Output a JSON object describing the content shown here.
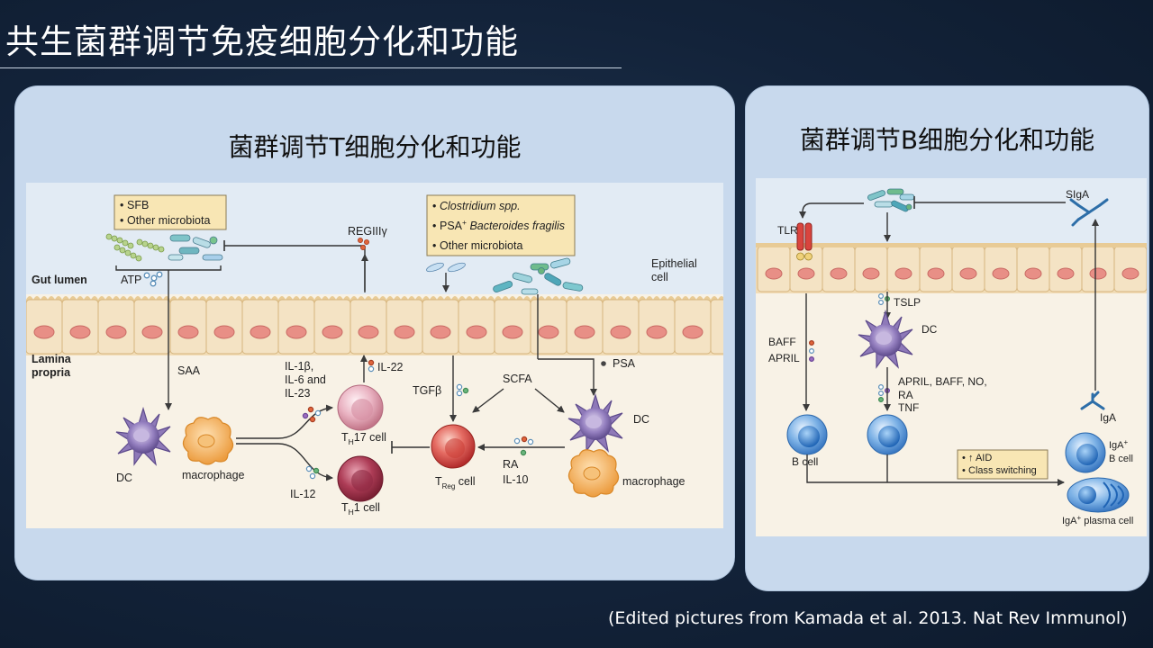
{
  "slide": {
    "title": "共生菌群调节免疫细胞分化和功能",
    "citation": "(Edited pictures from Kamada et al. 2013. Nat Rev Immunol)"
  },
  "left_panel": {
    "heading": "菌群调节T细胞分化和功能",
    "labels": {
      "sfb": "SFB",
      "other_microbiota_1": "Other microbiota",
      "clostridium": "Clostridium spp.",
      "psa_bf_prefix": "PSA",
      "psa_bf_sup": "+",
      "psa_bf_species": " Bacteroides fragilis",
      "other_microbiota_2": "Other microbiota",
      "regiii": "REGIIIγ",
      "gut_lumen": "Gut lumen",
      "atp": "ATP",
      "epithelial_cell_1": "Epithelial",
      "epithelial_cell_2": "cell",
      "lamina_1": "Lamina",
      "lamina_2": "propria",
      "saa": "SAA",
      "il1b": "IL-1β,",
      "il6": "IL-6 and",
      "il23": "IL-23",
      "il22": "IL-22",
      "tgfb": "TGFβ",
      "scfa": "SCFA",
      "psa": "PSA",
      "dc_left": "DC",
      "dc_right": "DC",
      "macrophage_left": "macrophage",
      "macrophage_right": "macrophage",
      "th17_prefix": "T",
      "th17_sub": "H",
      "th17_suffix": "17 cell",
      "th1_prefix": "T",
      "th1_sub": "H",
      "th1_suffix": "1 cell",
      "il12": "IL-12",
      "treg_prefix": "T",
      "treg_sub": "Reg",
      "treg_suffix": " cell",
      "ra": "RA",
      "il10": "IL-10"
    }
  },
  "right_panel": {
    "heading": "菌群调节B细胞分化和功能",
    "labels": {
      "sIga": "SIgA",
      "tlr": "TLR",
      "tslp": "TSLP",
      "dc": "DC",
      "baff": "BAFF",
      "april": "APRIL",
      "april_baff_no": "APRIL, BAFF, NO,",
      "ra": "RA",
      "tnf": "TNF",
      "iga": "IgA",
      "b_cell": "B cell",
      "aid": "↑ AID",
      "class_switching": "Class switching",
      "iga_bcell_1": "IgA",
      "iga_bcell_sup": "+",
      "iga_bcell_2": "B cell",
      "iga_plasma": "IgA",
      "iga_plasma_sup": "+",
      "iga_plasma_2": " plasma cell"
    }
  },
  "colors": {
    "panel_bg": "#c8d9ed",
    "diagram_bg": "#f8f2e6",
    "lumen_bg": "#dfe9f3",
    "epithelium": "#f1dcb6",
    "nucleus": "#e88f86",
    "dc_purple": "#8e79b8",
    "macrophage_orange": "#f3b45f",
    "th17_pink": "#e6a3b4",
    "th1_maroon": "#a8364f",
    "treg_red": "#dc4a46",
    "b_cell_blue": "#3a86cf",
    "note_box": "#f8e6b4"
  }
}
